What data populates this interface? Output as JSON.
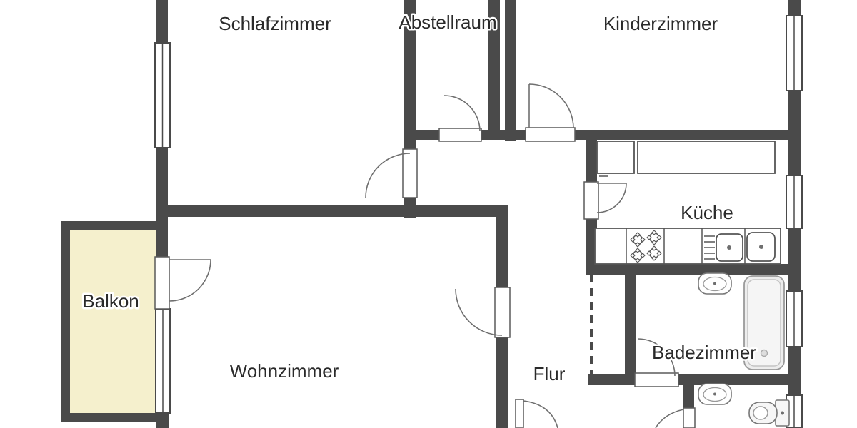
{
  "plan": {
    "type": "apartment-floor-plan",
    "language": "de",
    "rooms": [
      {
        "id": "schlafzimmer",
        "label": "Schlafzimmer"
      },
      {
        "id": "abstellraum",
        "label": "Abstellraum"
      },
      {
        "id": "kinderzimmer",
        "label": "Kinderzimmer"
      },
      {
        "id": "kueche",
        "label": "Küche"
      },
      {
        "id": "balkon",
        "label": "Balkon"
      },
      {
        "id": "wohnzimmer",
        "label": "Wohnzimmer"
      },
      {
        "id": "flur",
        "label": "Flur"
      },
      {
        "id": "badezimmer",
        "label": "Badezimmer"
      }
    ],
    "fixtures": [
      {
        "id": "refrigerator-icon",
        "room": "kueche"
      },
      {
        "id": "kitchen-counter-icon",
        "room": "kueche"
      },
      {
        "id": "stove-burners-icon",
        "room": "kueche"
      },
      {
        "id": "double-sink-icon",
        "room": "kueche"
      },
      {
        "id": "washbasin-icon",
        "room": "badezimmer"
      },
      {
        "id": "bathtub-icon",
        "room": "badezimmer"
      },
      {
        "id": "washbasin-icon",
        "room": "wc"
      },
      {
        "id": "toilet-icon",
        "room": "wc"
      }
    ],
    "symbols": {
      "doors": 9,
      "windows": 6,
      "dashed_wall_opening": 1
    },
    "colors": {
      "wall": "#4a4a4a",
      "balcony_fill": "#f5f0cd",
      "background": "#ffffff",
      "label_text": "#2a2a2a",
      "door_swing": "#6f6f6f"
    }
  }
}
